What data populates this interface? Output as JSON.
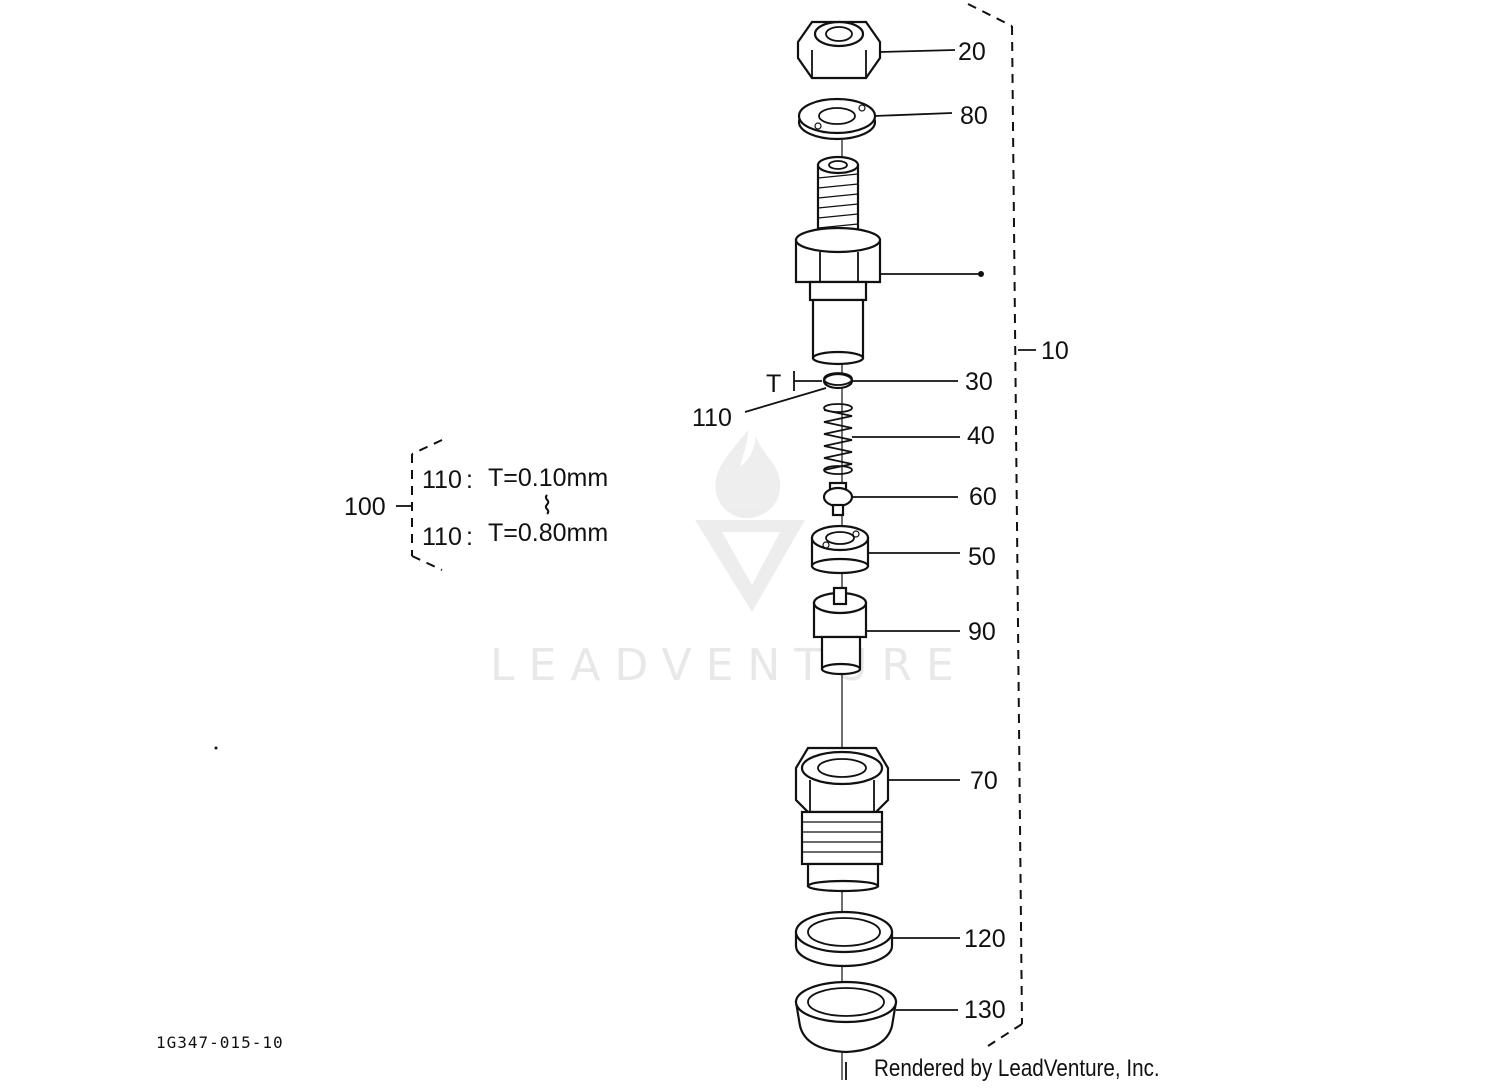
{
  "diagram": {
    "callouts": [
      "20",
      "80",
      "10",
      "30",
      "110",
      "40",
      "60",
      "50",
      "90",
      "70",
      "120",
      "130"
    ],
    "marker_t": "T",
    "shim_set": {
      "ref": "100",
      "rows": [
        {
          "part": "110",
          "sep": ":",
          "text": "T=0.10mm"
        },
        {
          "part": "110",
          "sep": ":",
          "text": "T=0.80mm"
        }
      ],
      "range_symbol": "⌇"
    },
    "drawing_code": "1G347-015-10",
    "credit": "Rendered by LeadVenture, Inc.",
    "watermark": "LEADVENTURE"
  }
}
